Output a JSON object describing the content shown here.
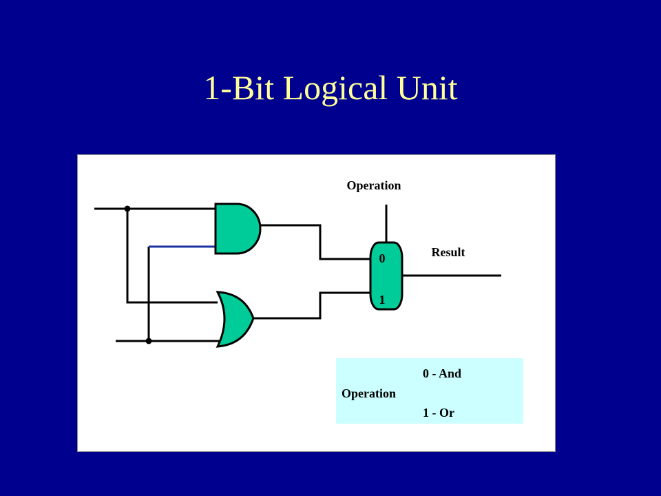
{
  "slide": {
    "title": "1-Bit Logical Unit",
    "background_color": "#00008f",
    "title_color": "#ffff99"
  },
  "diagram": {
    "operation_label": "Operation",
    "result_label": "Result",
    "mux_input_0": "0",
    "mux_input_1": "1",
    "gate_color": "#00cc99",
    "gates": [
      "and-gate",
      "or-gate",
      "multiplexer"
    ]
  },
  "legend": {
    "background_color": "#ccffff",
    "option_and": "0 - And",
    "label": "Operation",
    "option_or": "1 - Or"
  }
}
